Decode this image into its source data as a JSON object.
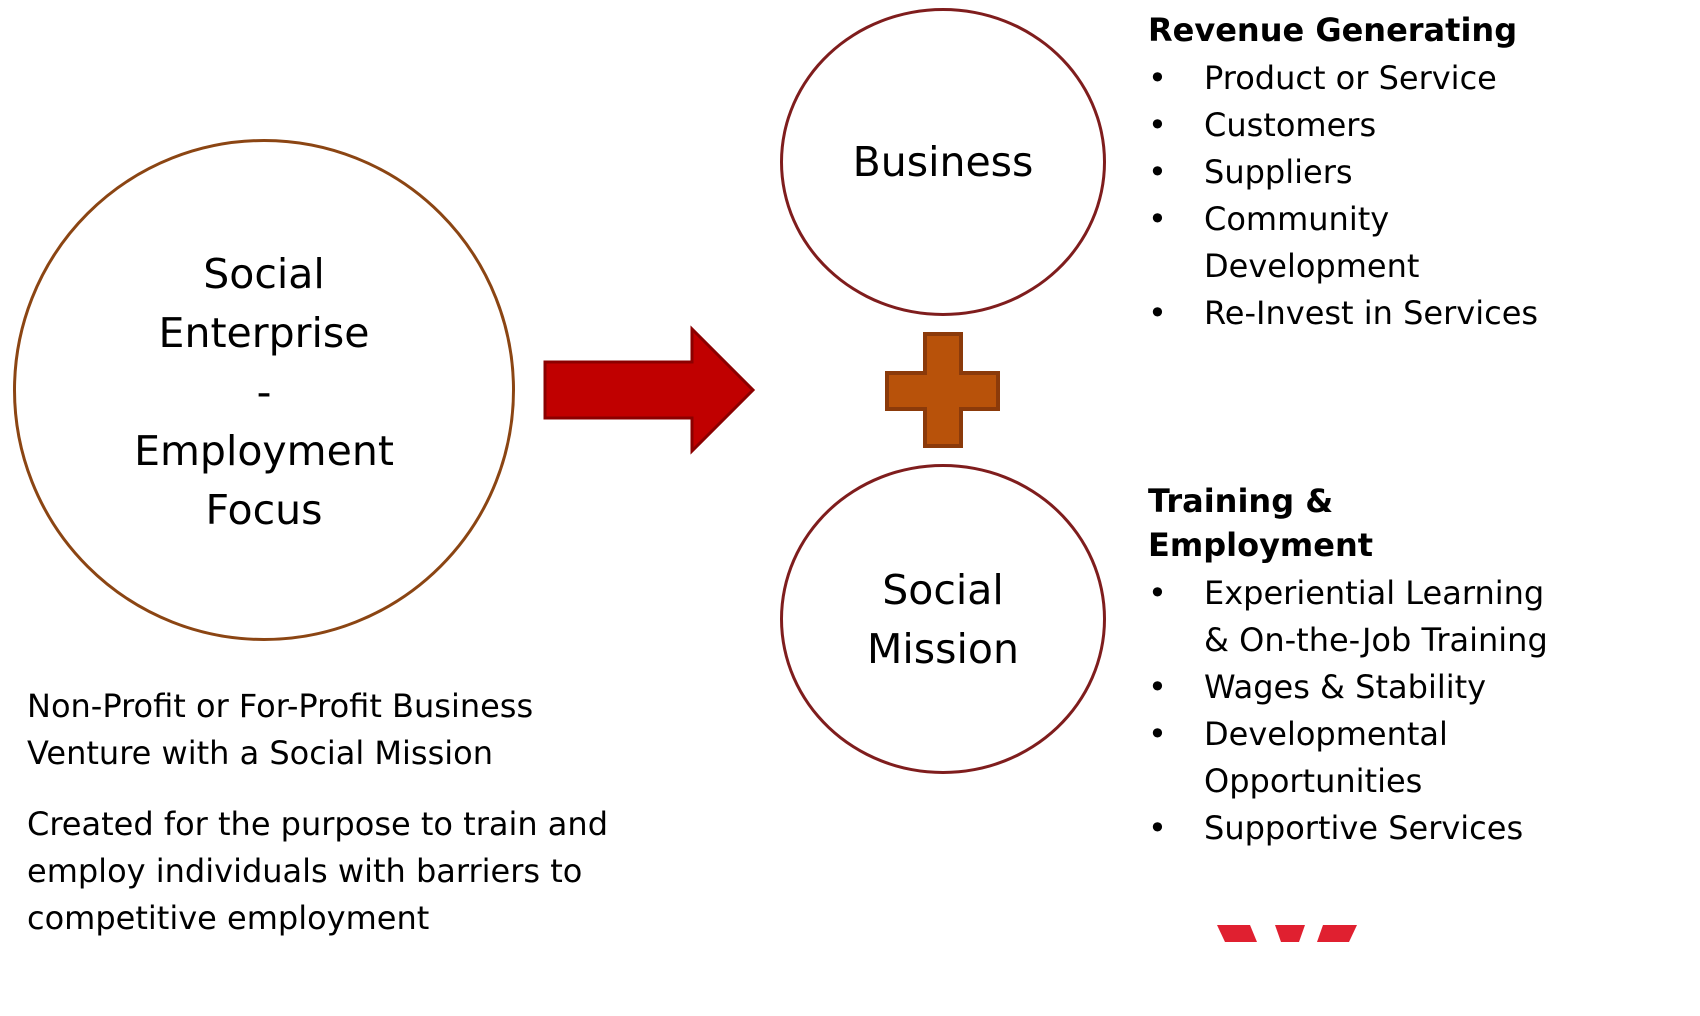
{
  "big_circle": {
    "lines": [
      "Social",
      "Enterprise",
      "-",
      "Employment",
      "Focus"
    ]
  },
  "business_circle": {
    "label": "Business"
  },
  "social_mission_circle": {
    "lines": [
      "Social",
      "Mission"
    ]
  },
  "arrow": {
    "color": "#C00000",
    "border_color": "#8B0000"
  },
  "plus": {
    "color": "#B8520A",
    "border_color": "#8B3A0A"
  },
  "description": {
    "paragraph1": "Non-Profit or For-Profit Business Venture with a Social Mission",
    "paragraph2": "Created for the purpose to train and employ individuals with barriers to competitive employment"
  },
  "revenue_list": {
    "title": "Revenue Generating",
    "items": [
      "Product or Service",
      "Customers",
      "Suppliers",
      "Community Development",
      "Re-Invest in Services"
    ]
  },
  "training_list": {
    "title": "Training & Employment",
    "items": [
      "Experiential Learning & On-the-Job Training",
      "Wages & Stability",
      "Developmental Opportunities",
      "Supportive Services"
    ]
  },
  "colors": {
    "big_circle_border": "#8B4513",
    "small_circle_border": "#7F1D1D",
    "logo": "#E02030"
  },
  "logo": {
    "icon": "w-logo-icon"
  }
}
